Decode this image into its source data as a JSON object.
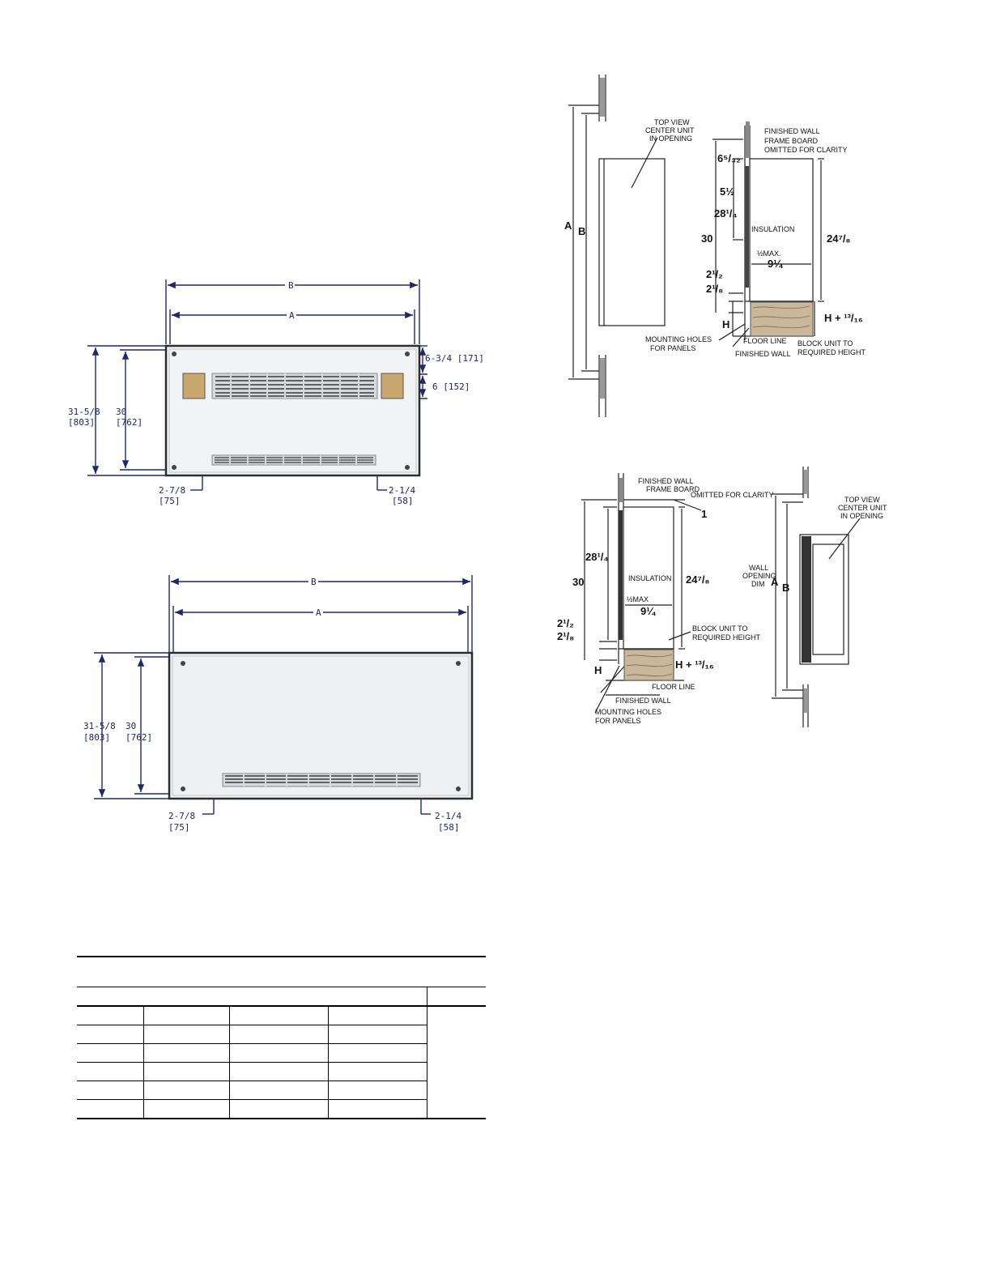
{
  "front_panel_grille": {
    "dims": {
      "b": "B",
      "a": "A",
      "top_offset": "6-3/4 [171]",
      "side_offset": "6 [152]",
      "overall_height": "31-5/8",
      "overall_height_mm": "[803]",
      "inner_height": "30",
      "inner_height_mm": "[762]",
      "bottom_left": "2-7/8",
      "bottom_left_mm": "[75]",
      "bottom_right": "2-1/4",
      "bottom_right_mm": "[58]"
    }
  },
  "front_panel_plain": {
    "dims": {
      "b": "B",
      "a": "A",
      "overall_height": "31-5/8",
      "overall_height_mm": "[803]",
      "inner_height": "30",
      "inner_height_mm": "[762]",
      "bottom_left": "2-7/8",
      "bottom_left_mm": "[75]",
      "bottom_right": "2-1/4",
      "bottom_right_mm": "[58]"
    }
  },
  "side_view_top": {
    "labels": {
      "top_view": "TOP VIEW",
      "center_unit": "CENTER UNIT",
      "in_opening": "IN OPENING",
      "finished_wall": "FINISHED WALL",
      "frame_board": "FRAME BOARD",
      "omitted": "OMITTED FOR CLARITY",
      "insulation": "INSULATION",
      "mounting_holes": "MOUNTING HOLES",
      "for_panels": "FOR PANELS",
      "floor_line": "FLOOR LINE",
      "finished_wall_bottom": "FINISHED WALL",
      "block_unit": "BLOCK UNIT TO",
      "required_height": "REQUIRED HEIGHT"
    },
    "dims": {
      "a": "A",
      "b": "B",
      "d1": "6⁵/₃₂",
      "d2": "5½",
      "d3": "28¹/₄",
      "d4": "30",
      "d5": "24⁷/₈",
      "d6": "½MAX.",
      "d7": "9¼",
      "d8": "2¹/₂",
      "d9": "2¹/₈",
      "h": "H",
      "h2": "H + ¹³/₁₆"
    }
  },
  "side_view_bottom": {
    "labels": {
      "finished_wall": "FINISHED WALL",
      "frame_board": "FRAME BOARD",
      "omitted": "OMITTED FOR CLARITY",
      "insulation": "INSULATION",
      "block_unit": "BLOCK UNIT TO",
      "required_height": "REQUIRED HEIGHT",
      "floor_line": "FLOOR LINE",
      "finished_wall_bottom": "FINISHED WALL",
      "mounting_holes": "MOUNTING HOLES",
      "for_panels": "FOR PANELS",
      "top_view": "TOP VIEW",
      "center_unit": "CENTER UNIT",
      "in_opening": "IN OPENING",
      "wall": "WALL",
      "opening": "OPENING",
      "dim": "DIM"
    },
    "dims": {
      "one": "1",
      "d3": "28¹/₄",
      "d4": "30",
      "d5": "24⁷/₈",
      "d6": "½MAX",
      "d7": "9¼",
      "d8": "2¹/₂",
      "d9": "2¹/₈",
      "h": "H",
      "h2": "H + ¹³/₁₆",
      "a": "A",
      "b": "B"
    }
  }
}
